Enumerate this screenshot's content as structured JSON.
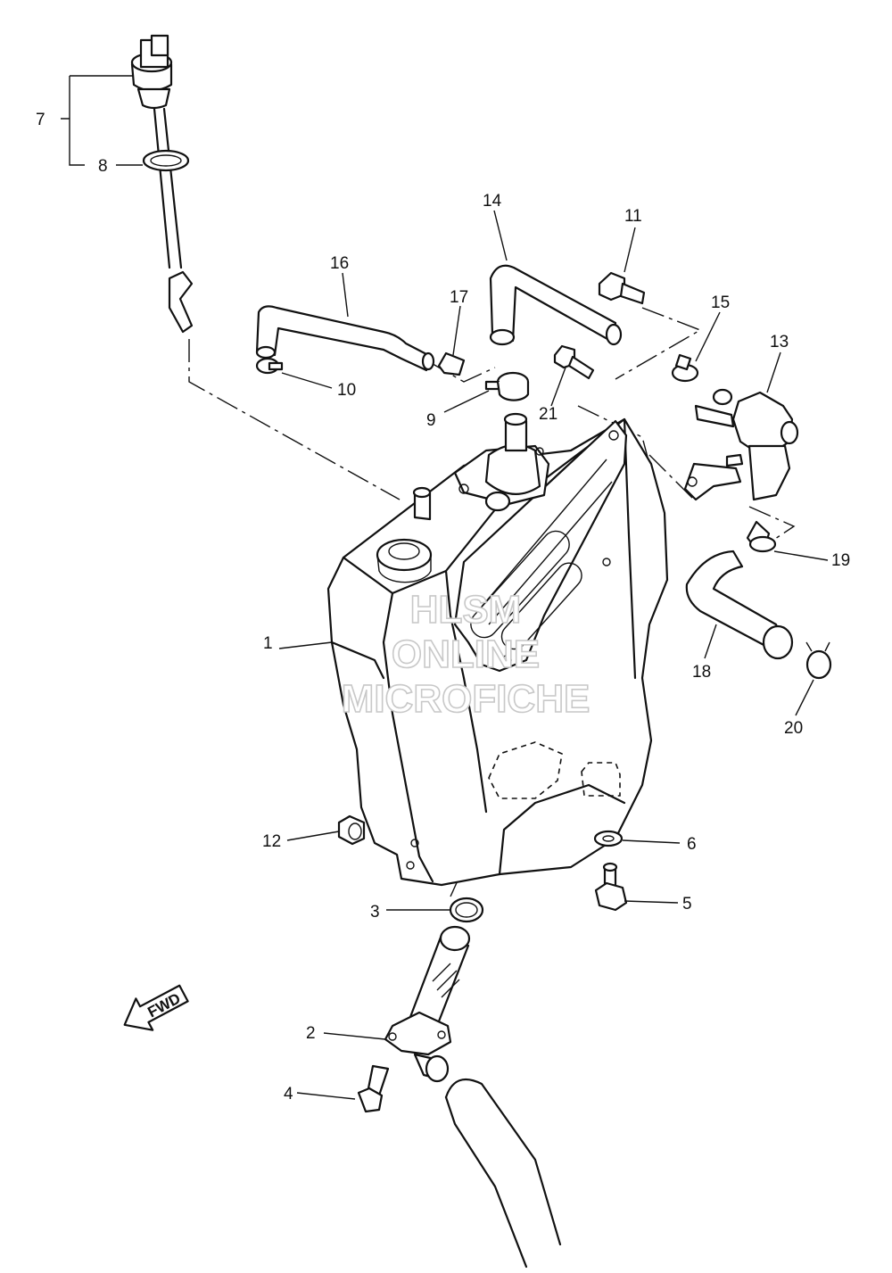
{
  "callouts": {
    "c1": "1",
    "c2": "2",
    "c3": "3",
    "c4": "4",
    "c5": "5",
    "c6": "6",
    "c7": "7",
    "c8": "8",
    "c9": "9",
    "c10": "10",
    "c11": "11",
    "c12": "12",
    "c13": "13",
    "c14": "14",
    "c15": "15",
    "c16": "16",
    "c17": "17",
    "c18": "18",
    "c19": "19",
    "c20": "20",
    "c21": "21"
  },
  "watermark": {
    "line1": "HLSM",
    "line2": "ONLINE",
    "line3": "MICROFICHE"
  },
  "direction_arrow": {
    "label": "FWD"
  }
}
